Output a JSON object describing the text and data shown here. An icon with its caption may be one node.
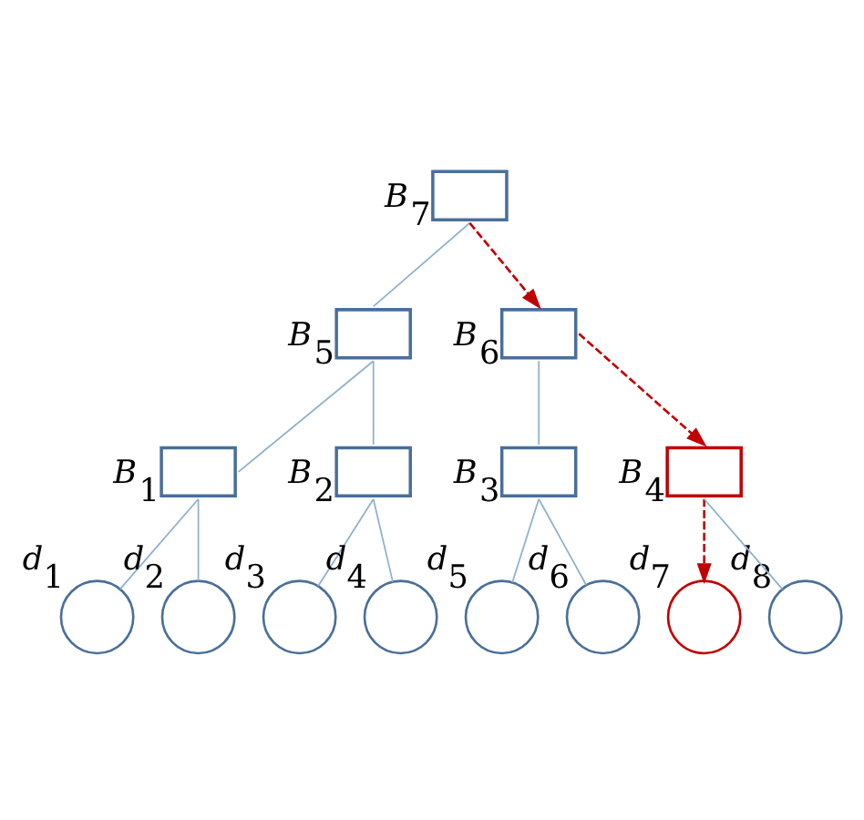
{
  "diagram": {
    "nodes": [
      {
        "text": [],
        "shape": "box",
        "beside": [
          "B$_{7}$"
        ]
      },
      {
        "text": [],
        "shape": "box",
        "beside": [
          "B$_{5}$"
        ]
      },
      {
        "text": [],
        "shape": "box",
        "beside": [
          "B$_{6}$"
        ]
      },
      {
        "text": [],
        "shape": "box",
        "beside": [
          "B$_{1}$"
        ]
      },
      {
        "text": [],
        "shape": "box",
        "beside": [
          "B$_{2}$"
        ]
      },
      {
        "text": [],
        "shape": "box",
        "beside": [
          "B$_{3}$"
        ]
      },
      {
        "text": [],
        "shape": "box",
        "beside": [
          "B$_{4}$"
        ]
      },
      {
        "text": [],
        "shape": "circle",
        "beside": [
          "d$_{1}$"
        ]
      },
      {
        "text": [],
        "shape": "circle",
        "beside": [
          "d$_{2}$"
        ]
      },
      {
        "text": [],
        "shape": "circle",
        "beside": [
          "d$_{3}$"
        ]
      },
      {
        "text": [],
        "shape": "circle",
        "beside": [
          "d$_{4}$"
        ]
      },
      {
        "text": [],
        "shape": "circle",
        "beside": [
          "d$_{5}$"
        ]
      },
      {
        "text": [],
        "shape": "circle",
        "beside": [
          "d$_{6}$"
        ]
      },
      {
        "text": [],
        "shape": "circle",
        "beside": [
          "d$_{7}$"
        ]
      },
      {
        "text": [],
        "shape": "circle",
        "beside": [
          "d$_{8}$"
        ]
      }
    ],
    "edges": [
      {
        "from": 0,
        "to": 1,
        "arrow": "none"
      },
      {
        "from": 0,
        "to": 2,
        "arrow": "to",
        "style": "dashed",
        "color": "#c00000"
      },
      {
        "from": 1,
        "to": 3,
        "arrow": "none"
      },
      {
        "from": 1,
        "to": 4,
        "arrow": "none"
      },
      {
        "from": 2,
        "to": 5,
        "arrow": "none"
      },
      {
        "from": 2,
        "to": 6,
        "arrow": "to",
        "style": "dashed",
        "color": "#c00000"
      },
      {
        "from": 3,
        "to": 7,
        "arrow": "none"
      },
      {
        "from": 3,
        "to": 8,
        "arrow": "none"
      },
      {
        "from": 4,
        "to": 9,
        "arrow": "none"
      },
      {
        "from": 4,
        "to": 10,
        "arrow": "none"
      },
      {
        "from": 5,
        "to": 11,
        "arrow": "none"
      },
      {
        "from": 5,
        "to": 12,
        "arrow": "none"
      },
      {
        "from": 6,
        "to": 13,
        "arrow": "to",
        "style": "dashed",
        "color": "#c00000"
      },
      {
        "from": 6,
        "to": 14,
        "arrow": "none"
      }
    ]
  }
}
